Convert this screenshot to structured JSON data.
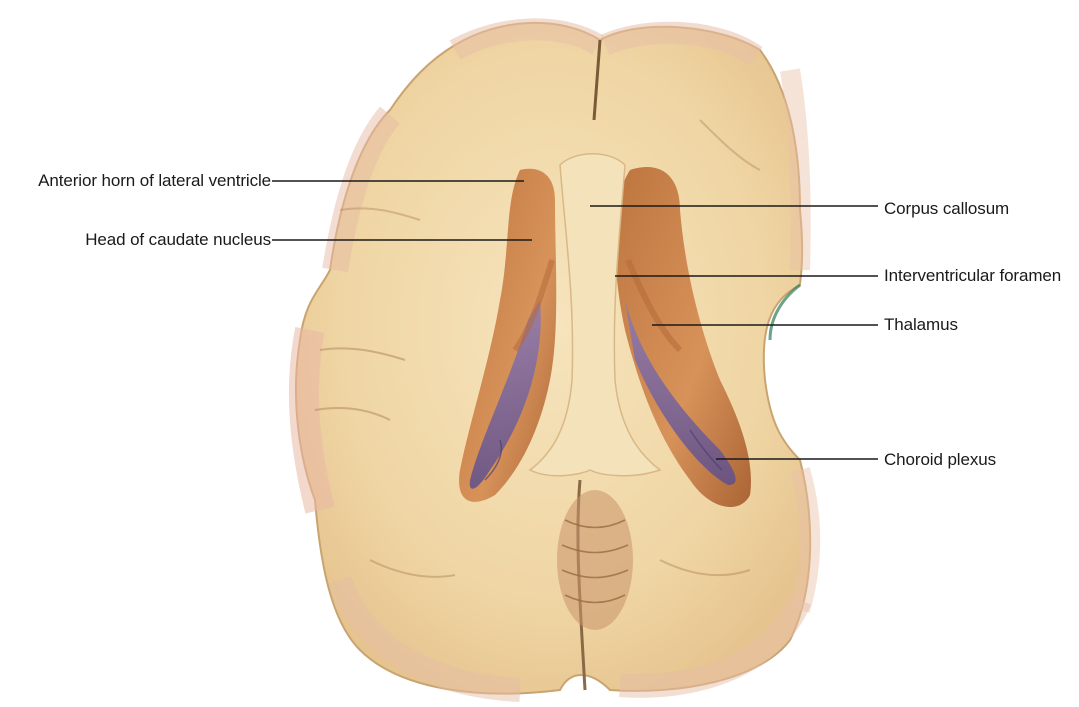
{
  "labels": {
    "anterior_horn": "Anterior horn of lateral ventricle",
    "caudate_head": "Head of caudate nucleus",
    "corpus_callosum": "Corpus callosum",
    "interventricular_foramen": "Interventricular foramen",
    "thalamus": "Thalamus",
    "choroid_plexus": "Choroid plexus"
  },
  "colors": {
    "background": "#ffffff",
    "white_matter": "#f1d9a8",
    "grey_matter": "#e7b9a4",
    "ventricle_floor": "#c77d45",
    "choroid_plexus": "#7b6aa8",
    "leader_lines": "#1a1a1a"
  }
}
